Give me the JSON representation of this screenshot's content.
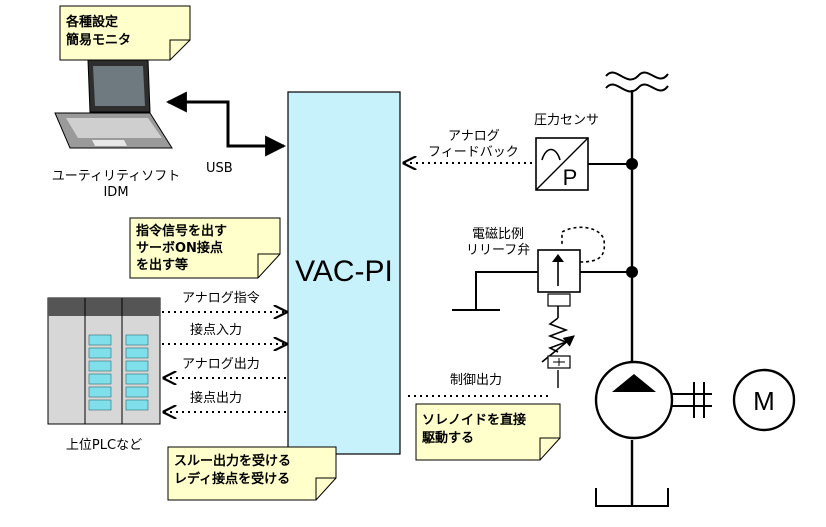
{
  "notes": {
    "settings_monitor": [
      "各種設定",
      "簡易モニタ"
    ],
    "command_signal": [
      "指令信号を出す",
      "サーボON接点",
      "を出す等"
    ],
    "solenoid": [
      "ソレノイドを直接",
      "駆動する"
    ],
    "through_output": [
      "スルー出力を受ける",
      "レディ接点を受ける"
    ]
  },
  "laptop": {
    "label": [
      "ユーティリティソフト",
      "IDM"
    ]
  },
  "usb_label": "USB",
  "controller": {
    "label": "VAC-PI"
  },
  "plc": {
    "label": "上位PLCなど",
    "signals": [
      "アナログ指令",
      "接点入力",
      "アナログ出力",
      "接点出力"
    ]
  },
  "pressure": {
    "feedback_label": [
      "アナログ",
      "フィードバック"
    ],
    "sensor_label": "圧力センサ",
    "sensor_letter": "P"
  },
  "valve": {
    "label": [
      "電磁比例",
      "リリーフ弁"
    ]
  },
  "control_output": "制御出力",
  "motor_letter": "M",
  "colors": {
    "controller_fill": "#c8f2fb",
    "note_fill": "#ffffcc",
    "plc_module": "#d7d7d7",
    "plc_cell": "#7fe0ec"
  }
}
